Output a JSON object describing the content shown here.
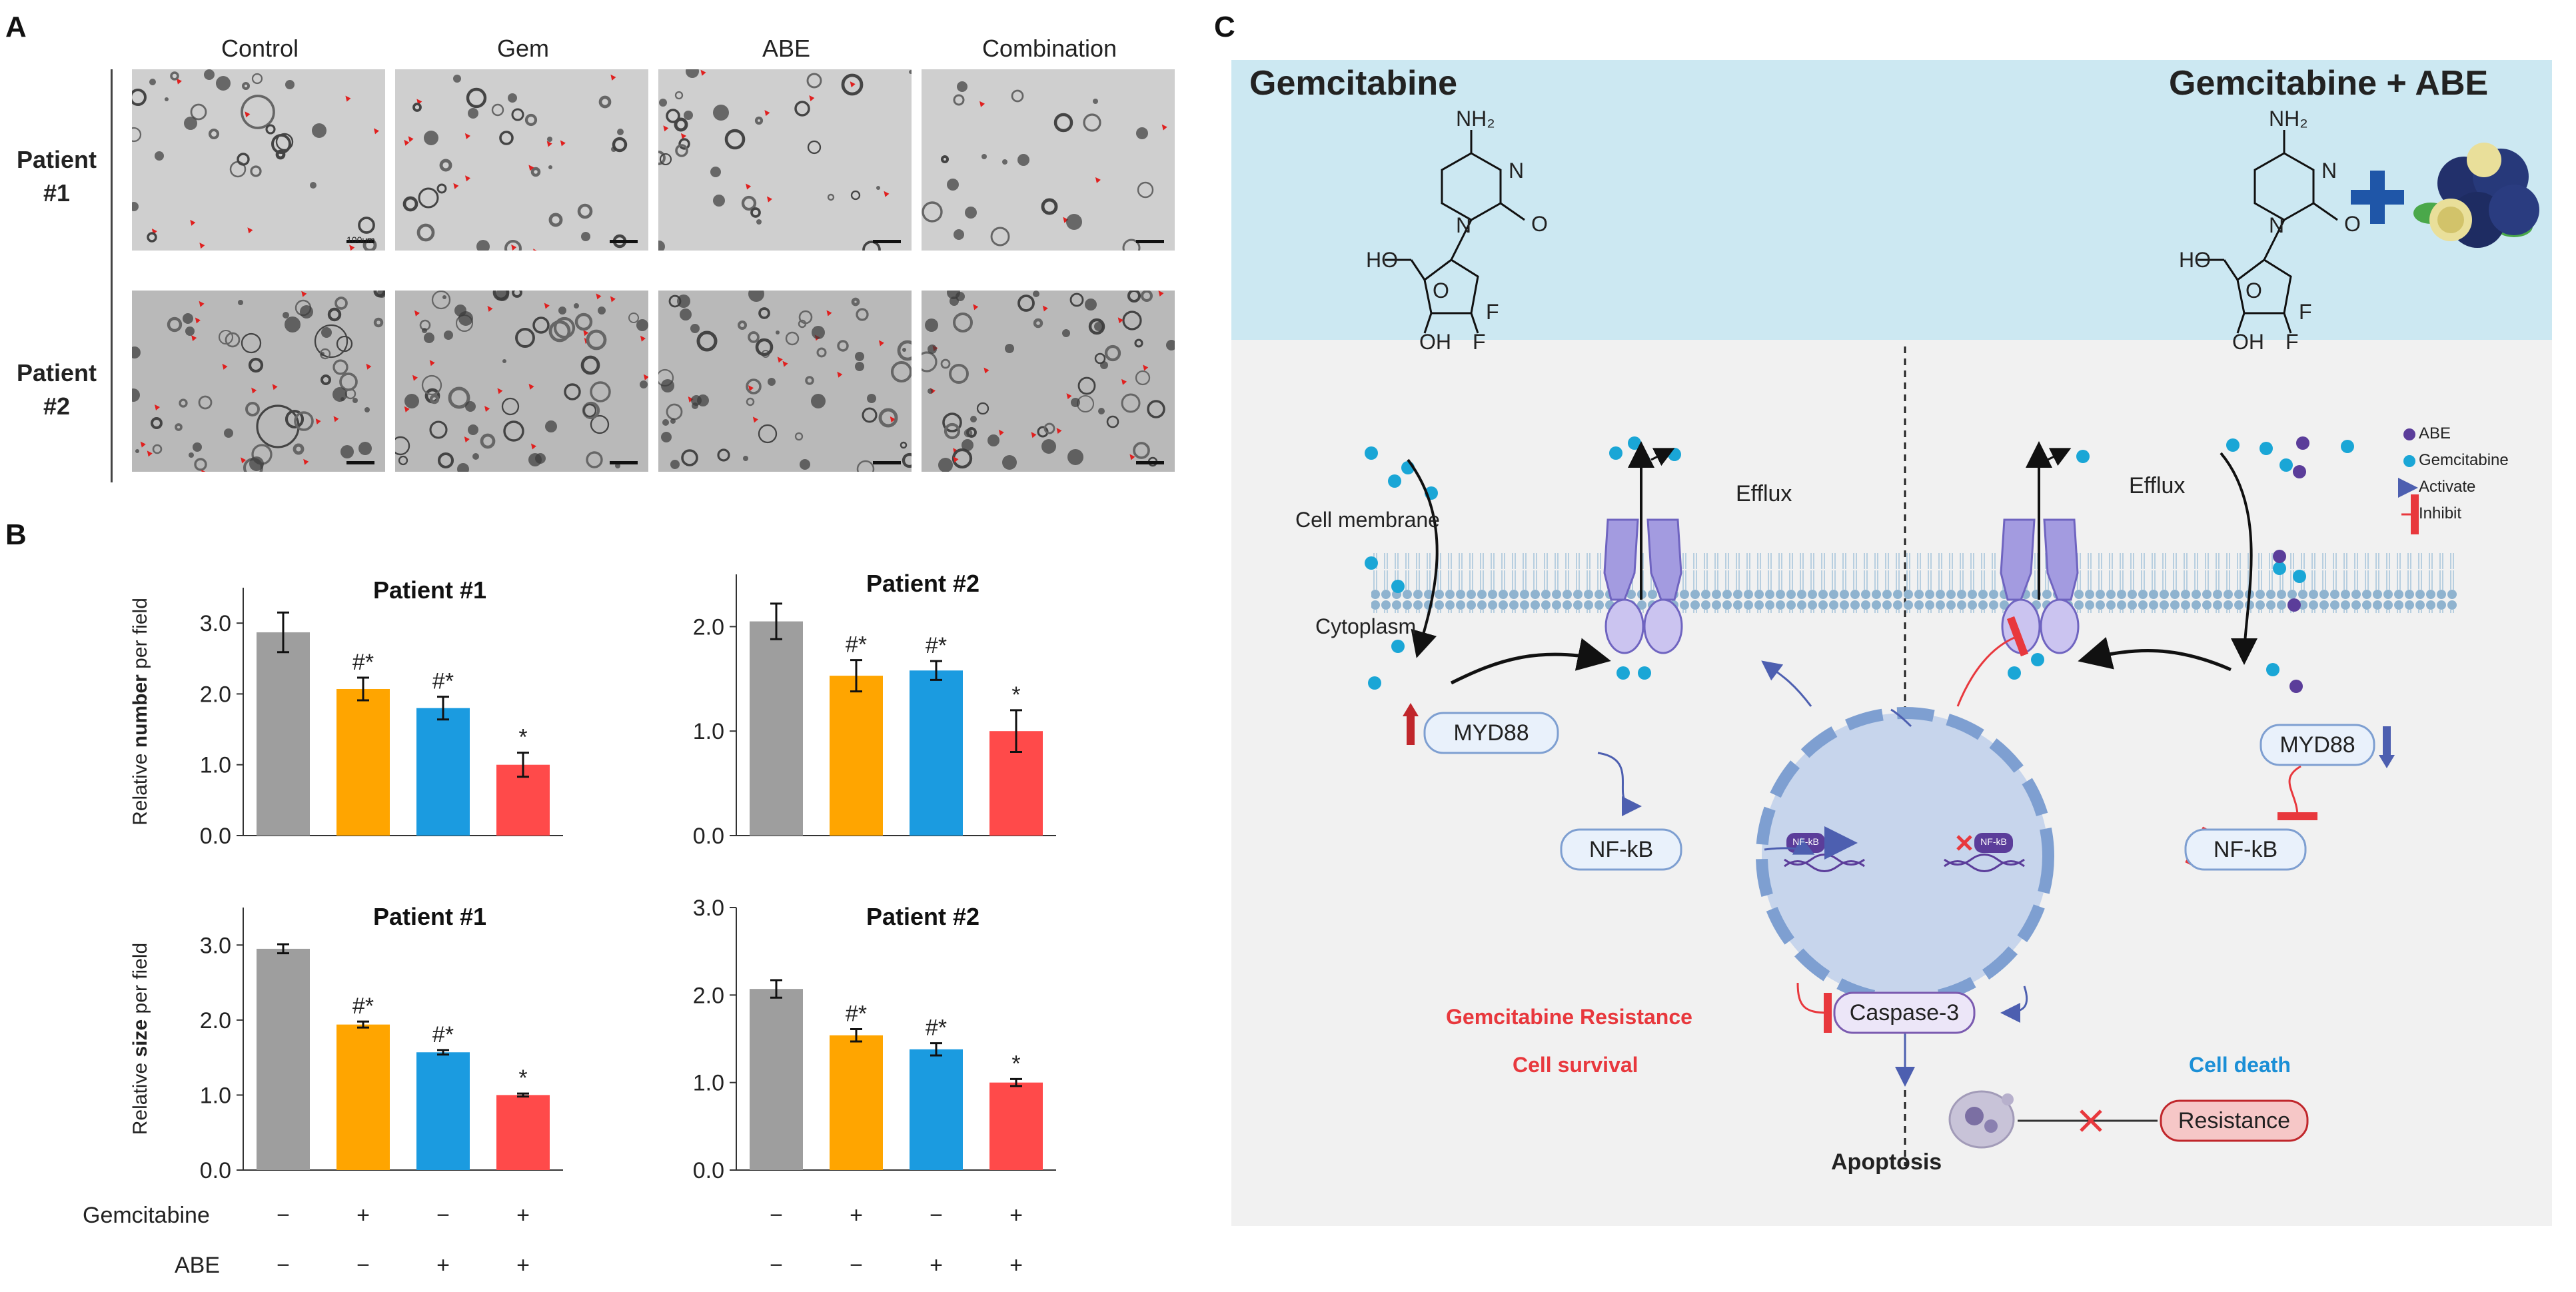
{
  "panels": {
    "a": "A",
    "b": "B",
    "c": "C"
  },
  "panel_a": {
    "columns": [
      "Control",
      "Gem",
      "ABE",
      "Combination"
    ],
    "rows": [
      {
        "line1": "Patient",
        "line2": "#1"
      },
      {
        "line1": "Patient",
        "line2": "#2"
      }
    ],
    "scale_text": "100um"
  },
  "panel_b": {
    "conditions": {
      "gemcitabine_label": "Gemcitabine",
      "abe_label": "ABE",
      "gemcitabine": [
        "−",
        "+",
        "−",
        "+"
      ],
      "abe": [
        "−",
        "−",
        "+",
        "+"
      ]
    }
  },
  "chart_data": [
    {
      "type": "bar",
      "title": "Patient  #1",
      "ylabel_parts": [
        "Relative ",
        "number",
        " per field"
      ],
      "categories": [
        "Control",
        "Gem",
        "ABE",
        "Combination"
      ],
      "values": [
        2.87,
        2.07,
        1.8,
        1.0
      ],
      "errors": [
        0.28,
        0.16,
        0.16,
        0.17
      ],
      "annotations": [
        "",
        "#*",
        "#*",
        "*"
      ],
      "ylim": [
        0,
        3.5
      ],
      "yticks": [
        "0.0",
        "1.0",
        "2.0",
        "3.0"
      ],
      "colors": [
        "#9e9e9e",
        "#ffa500",
        "#1b9be0",
        "#ff4a4a"
      ]
    },
    {
      "type": "bar",
      "title": "Patient  #2",
      "ylabel_parts": [
        "",
        "",
        ""
      ],
      "categories": [
        "Control",
        "Gem",
        "ABE",
        "Combination"
      ],
      "values": [
        2.05,
        1.53,
        1.58,
        1.0
      ],
      "errors": [
        0.17,
        0.15,
        0.09,
        0.2
      ],
      "annotations": [
        "",
        "#*",
        "#*",
        "*"
      ],
      "ylim": [
        0,
        2.5
      ],
      "yticks": [
        "0.0",
        "1.0",
        "2.0"
      ],
      "colors": [
        "#9e9e9e",
        "#ffa500",
        "#1b9be0",
        "#ff4a4a"
      ]
    },
    {
      "type": "bar",
      "title": "Patient  #1",
      "ylabel_parts": [
        "Relative ",
        "size",
        " per field"
      ],
      "categories": [
        "Control",
        "Gem",
        "ABE",
        "Combination"
      ],
      "values": [
        2.95,
        1.94,
        1.57,
        1.0
      ],
      "errors": [
        0.06,
        0.04,
        0.03,
        0.02
      ],
      "annotations": [
        "",
        "#*",
        "#*",
        "*"
      ],
      "ylim": [
        0,
        3.5
      ],
      "yticks": [
        "0.0",
        "1.0",
        "2.0",
        "3.0"
      ],
      "colors": [
        "#9e9e9e",
        "#ffa500",
        "#1b9be0",
        "#ff4a4a"
      ]
    },
    {
      "type": "bar",
      "title": "Patient  #2",
      "ylabel_parts": [
        "",
        "",
        ""
      ],
      "categories": [
        "Control",
        "Gem",
        "ABE",
        "Combination"
      ],
      "values": [
        2.07,
        1.54,
        1.38,
        1.0
      ],
      "errors": [
        0.1,
        0.07,
        0.07,
        0.04
      ],
      "annotations": [
        "",
        "#*",
        "#*",
        "*"
      ],
      "ylim": [
        0,
        3.0
      ],
      "yticks": [
        "0.0",
        "1.0",
        "2.0",
        "3.0"
      ],
      "colors": [
        "#9e9e9e",
        "#ffa500",
        "#1b9be0",
        "#ff4a4a"
      ]
    }
  ],
  "panel_c": {
    "title_left": "Gemcitabine",
    "title_right": "Gemcitabine +  ABE",
    "molecule": {
      "nh2": "NH₂",
      "n": "N",
      "o": "O",
      "ho": "HO",
      "oh": "OH",
      "f": "F"
    },
    "membrane_label": "Cell membrane",
    "cytoplasm_label": "Cytoplasm",
    "efflux": "Efflux",
    "legend": {
      "abe": "ABE",
      "gemcitabine": "Gemcitabine",
      "activate": "Activate",
      "inhibit": "Inhibit"
    },
    "myd88": "MYD88",
    "nfkb": "NF-kB",
    "nfkb_small": "NF-kB",
    "caspase": "Caspase-3",
    "apoptosis": "Apoptosis",
    "resistance": "Resistance",
    "gem_resistance": "Gemcitabine Resistance",
    "cell_survival": "Cell survival",
    "cell_death": "Cell death",
    "colors": {
      "top_band": "#cce8f2",
      "bottom_band": "#f1f1f1",
      "red": "#e8383d",
      "blue_text": "#1b8fd6",
      "drug": "#1aa6d6",
      "abe": "#5b3d9a",
      "membrane": "#8fb3cf",
      "transporter": "#a39be0",
      "nucleus": "#a8c3e6"
    }
  }
}
